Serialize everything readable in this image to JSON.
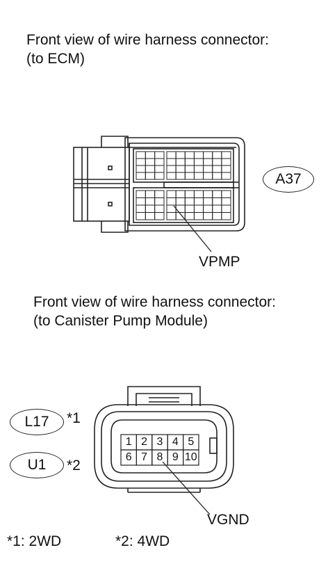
{
  "ecm_section": {
    "title_line1": "Front view of wire harness connector:",
    "title_line2": "(to ECM)",
    "connector_code": "A37",
    "terminal_label": "VPMP"
  },
  "pump_section": {
    "title_line1": "Front view of wire harness connector:",
    "title_line2": "(to Canister Pump Module)",
    "connector_code_1": "L17",
    "connector_note_1": "*1",
    "connector_code_2": "U1",
    "connector_note_2": "*2",
    "pins_row1": [
      "1",
      "2",
      "3",
      "4",
      "5"
    ],
    "pins_row2": [
      "6",
      "7",
      "8",
      "9",
      "10"
    ],
    "terminal_label": "VGND"
  },
  "footnotes": {
    "note1": "*1: 2WD",
    "note2": "*2: 4WD"
  }
}
